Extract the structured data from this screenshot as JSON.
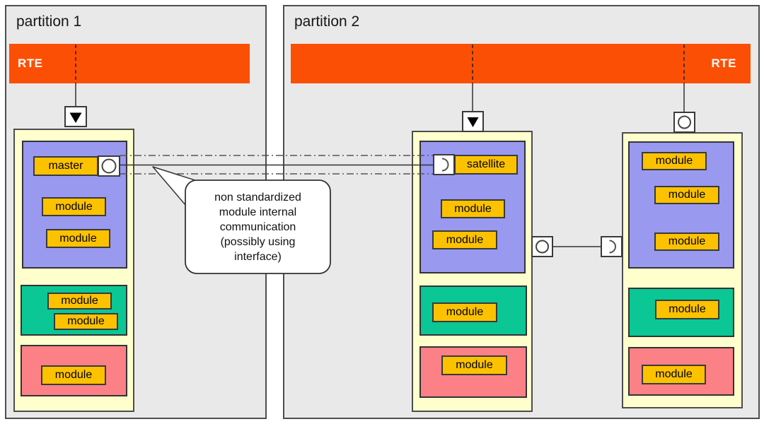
{
  "partition1": {
    "title": "partition 1",
    "rte_label": "RTE"
  },
  "partition2": {
    "title": "partition 2",
    "rte_label": "RTE"
  },
  "labels": {
    "master": "master",
    "satellite": "satellite",
    "module": "module"
  },
  "callout": {
    "line1": "non standardized",
    "line2": "module internal",
    "line3": "communication",
    "line4": "(possibly using",
    "line5": "interface)"
  },
  "icons": {
    "rte_port": "triangle-down-icon",
    "provided_interface": "ball-circle-icon",
    "required_interface": "socket-half-circle-icon"
  },
  "colors": {
    "rte_bar": "#fc4f06",
    "container_cream": "#ffffce",
    "component_purple": "#9999f0",
    "component_green": "#0ac795",
    "component_pink": "#fc8186",
    "label_yellow": "#fcc200",
    "panel_gray": "#e9e9e9"
  }
}
